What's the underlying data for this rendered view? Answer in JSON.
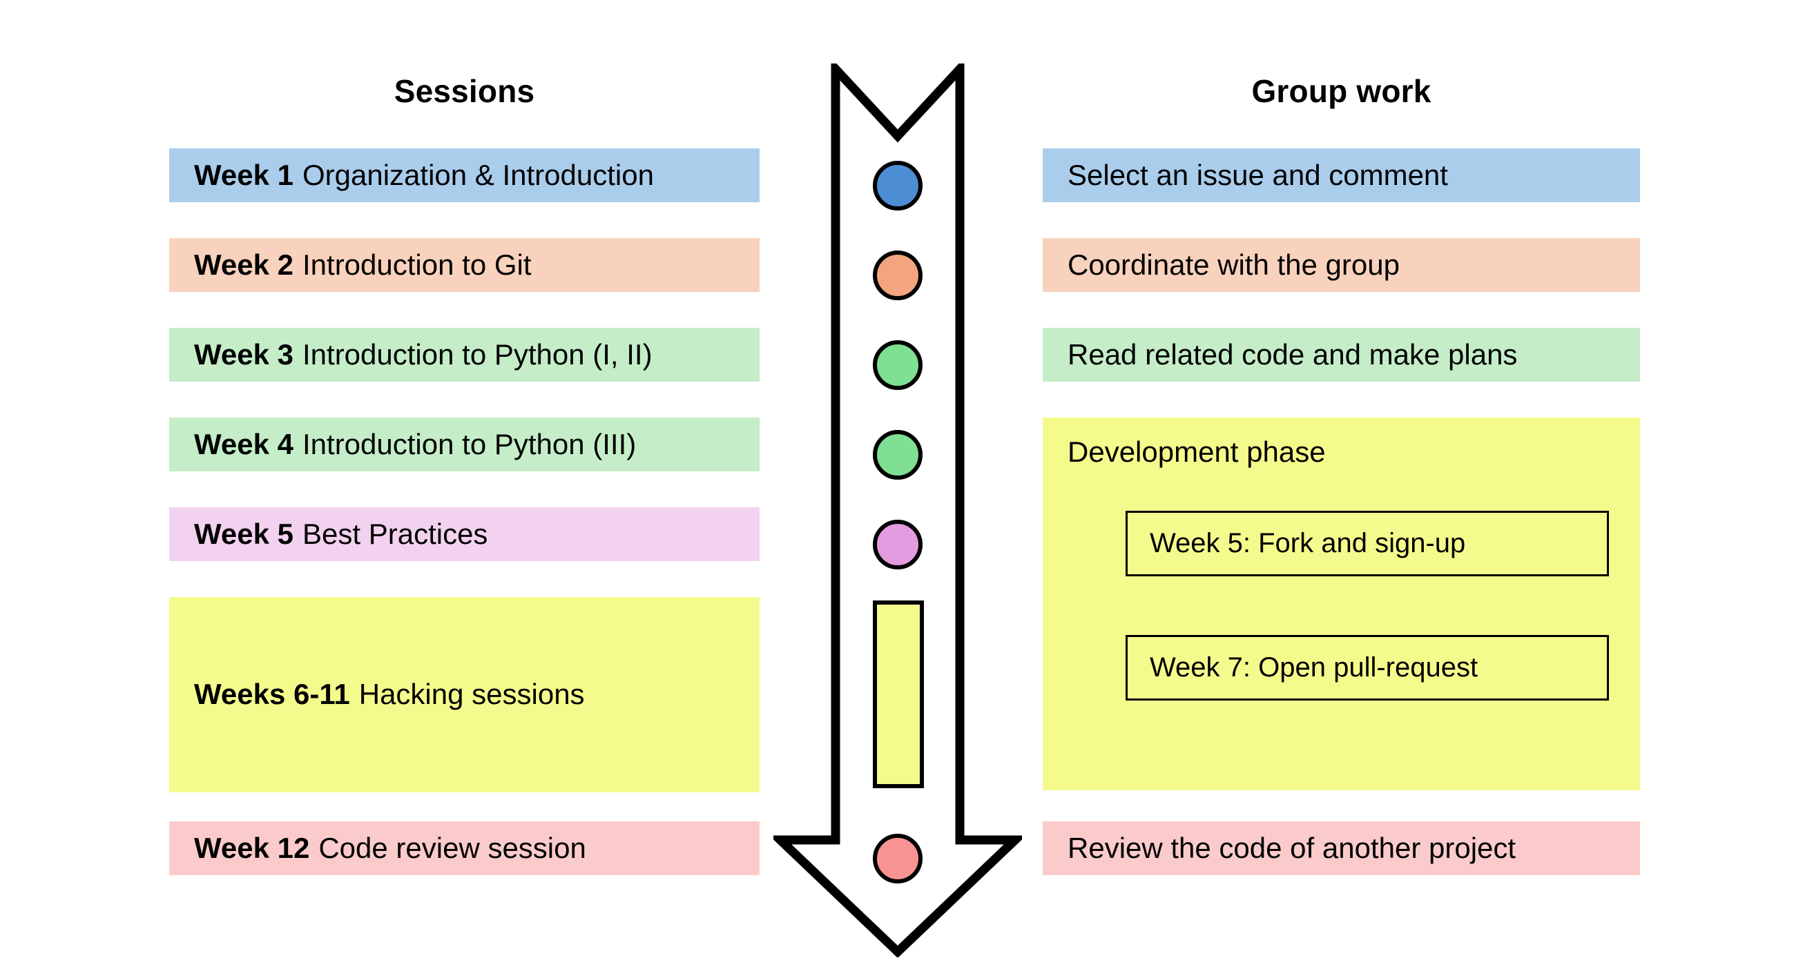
{
  "headers": {
    "left": "Sessions",
    "right": "Group work"
  },
  "colors": {
    "blue_bar": "#aacdec",
    "peach_bar": "#f8d2bd",
    "green_bar": "#c4edc8",
    "violet_bar": "#f3d2f0",
    "yellow_bar": "#f4fb8c",
    "pink_bar": "#fbcbcb",
    "blue_node": "#4d8dd4",
    "orange_node": "#f2a57e",
    "green_node": "#7fdf92",
    "violet_node": "#e49ce0",
    "yellow_node": "#f4fb8c",
    "red_node": "#f79393",
    "outline": "#000000",
    "background": "#ffffff"
  },
  "sessions": [
    {
      "week": "Week 1",
      "title": "Organization & Introduction",
      "color": "#aacdec"
    },
    {
      "week": "Week 2",
      "title": "Introduction to Git",
      "color": "#f8d2bd"
    },
    {
      "week": "Week 3",
      "title": "Introduction to Python (I, II)",
      "color": "#c4edc8"
    },
    {
      "week": "Week 4",
      "title": "Introduction to Python (III)",
      "color": "#c4edc8"
    },
    {
      "week": "Week 5",
      "title": "Best Practices",
      "color": "#f3d2f0"
    },
    {
      "week": "Weeks 6-11",
      "title": "Hacking sessions",
      "color": "#f4fb8c"
    },
    {
      "week": "Week 12",
      "title": "Code review session",
      "color": "#fbcbcb"
    }
  ],
  "group_work": [
    {
      "label": "Select an issue and comment",
      "color": "#aacdec"
    },
    {
      "label": "Coordinate with the group",
      "color": "#f8d2bd"
    },
    {
      "label": "Read related code and make plans",
      "color": "#c4edc8"
    },
    {
      "label": "Development phase",
      "color": "#f4fb8c"
    },
    {
      "label": "Review the code of another project",
      "color": "#fbcbcb"
    }
  ],
  "development_phase": {
    "title": "Development phase",
    "sub_items": [
      {
        "label": "Week 5: Fork and sign-up"
      },
      {
        "label": "Week 7: Open pull-request"
      }
    ]
  },
  "timeline_nodes": [
    {
      "shape": "circle",
      "color": "#4d8dd4"
    },
    {
      "shape": "circle",
      "color": "#f2a57e"
    },
    {
      "shape": "circle",
      "color": "#7fdf92"
    },
    {
      "shape": "circle",
      "color": "#7fdf92"
    },
    {
      "shape": "circle",
      "color": "#e49ce0"
    },
    {
      "shape": "rectangle",
      "color": "#f4fb8c"
    },
    {
      "shape": "circle",
      "color": "#f79393"
    }
  ],
  "arrow": {
    "direction": "down",
    "note": "vertical down arrow with notched tail at top"
  }
}
